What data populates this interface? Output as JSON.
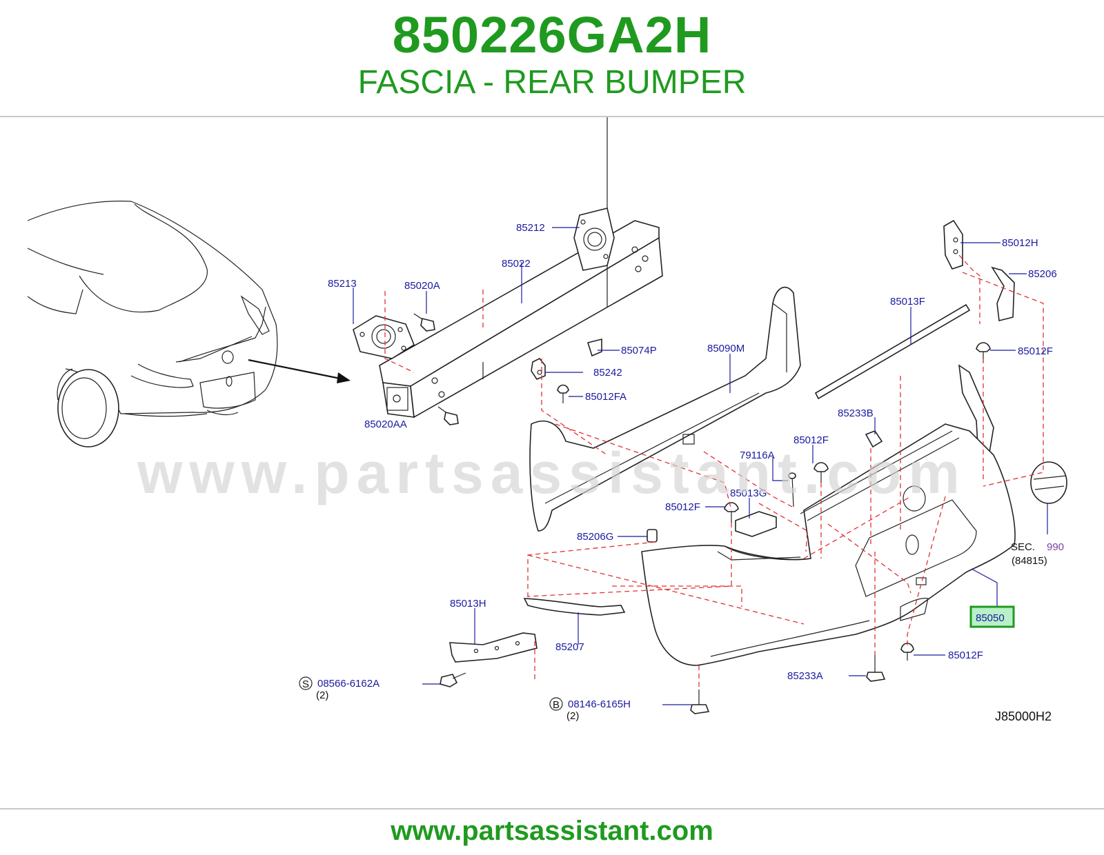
{
  "header": {
    "part_number": "850226GA2H",
    "description": "FASCIA - REAR BUMPER"
  },
  "watermark": "www.partsassistant.com",
  "footer": {
    "url": "www.partsassistant.com"
  },
  "diagram": {
    "code": "J85000H2",
    "labels": {
      "p85212": "85212",
      "p85022": "85022",
      "p85213": "85213",
      "p85020A": "85020A",
      "p85074P": "85074P",
      "p85242": "85242",
      "p85012FA": "85012FA",
      "p85020AA": "85020AA",
      "p85090M": "85090M",
      "p85013F": "85013F",
      "p85012H": "85012H",
      "p85206": "85206",
      "p85012F_a": "85012F",
      "p85233B": "85233B",
      "p85012F_b": "85012F",
      "p79116A": "79116A",
      "p85013G": "85013G",
      "p85012F_c": "85012F",
      "p85206G": "85206G",
      "sec": "SEC.",
      "sec_num": "990",
      "sec_ref": "(84815)",
      "p85050": "85050",
      "p85013H": "85013H",
      "p85207": "85207",
      "p85012F_d": "85012F",
      "p85233A": "85233A",
      "s_letter": "S",
      "s_part": "08566-6162A",
      "s_qty": "(2)",
      "b_letter": "B",
      "b_part": "08146-6165H",
      "b_qty": "(2)"
    },
    "highlight_color": "#1f9a1f",
    "highlight_fill": "#b8f0c8"
  }
}
